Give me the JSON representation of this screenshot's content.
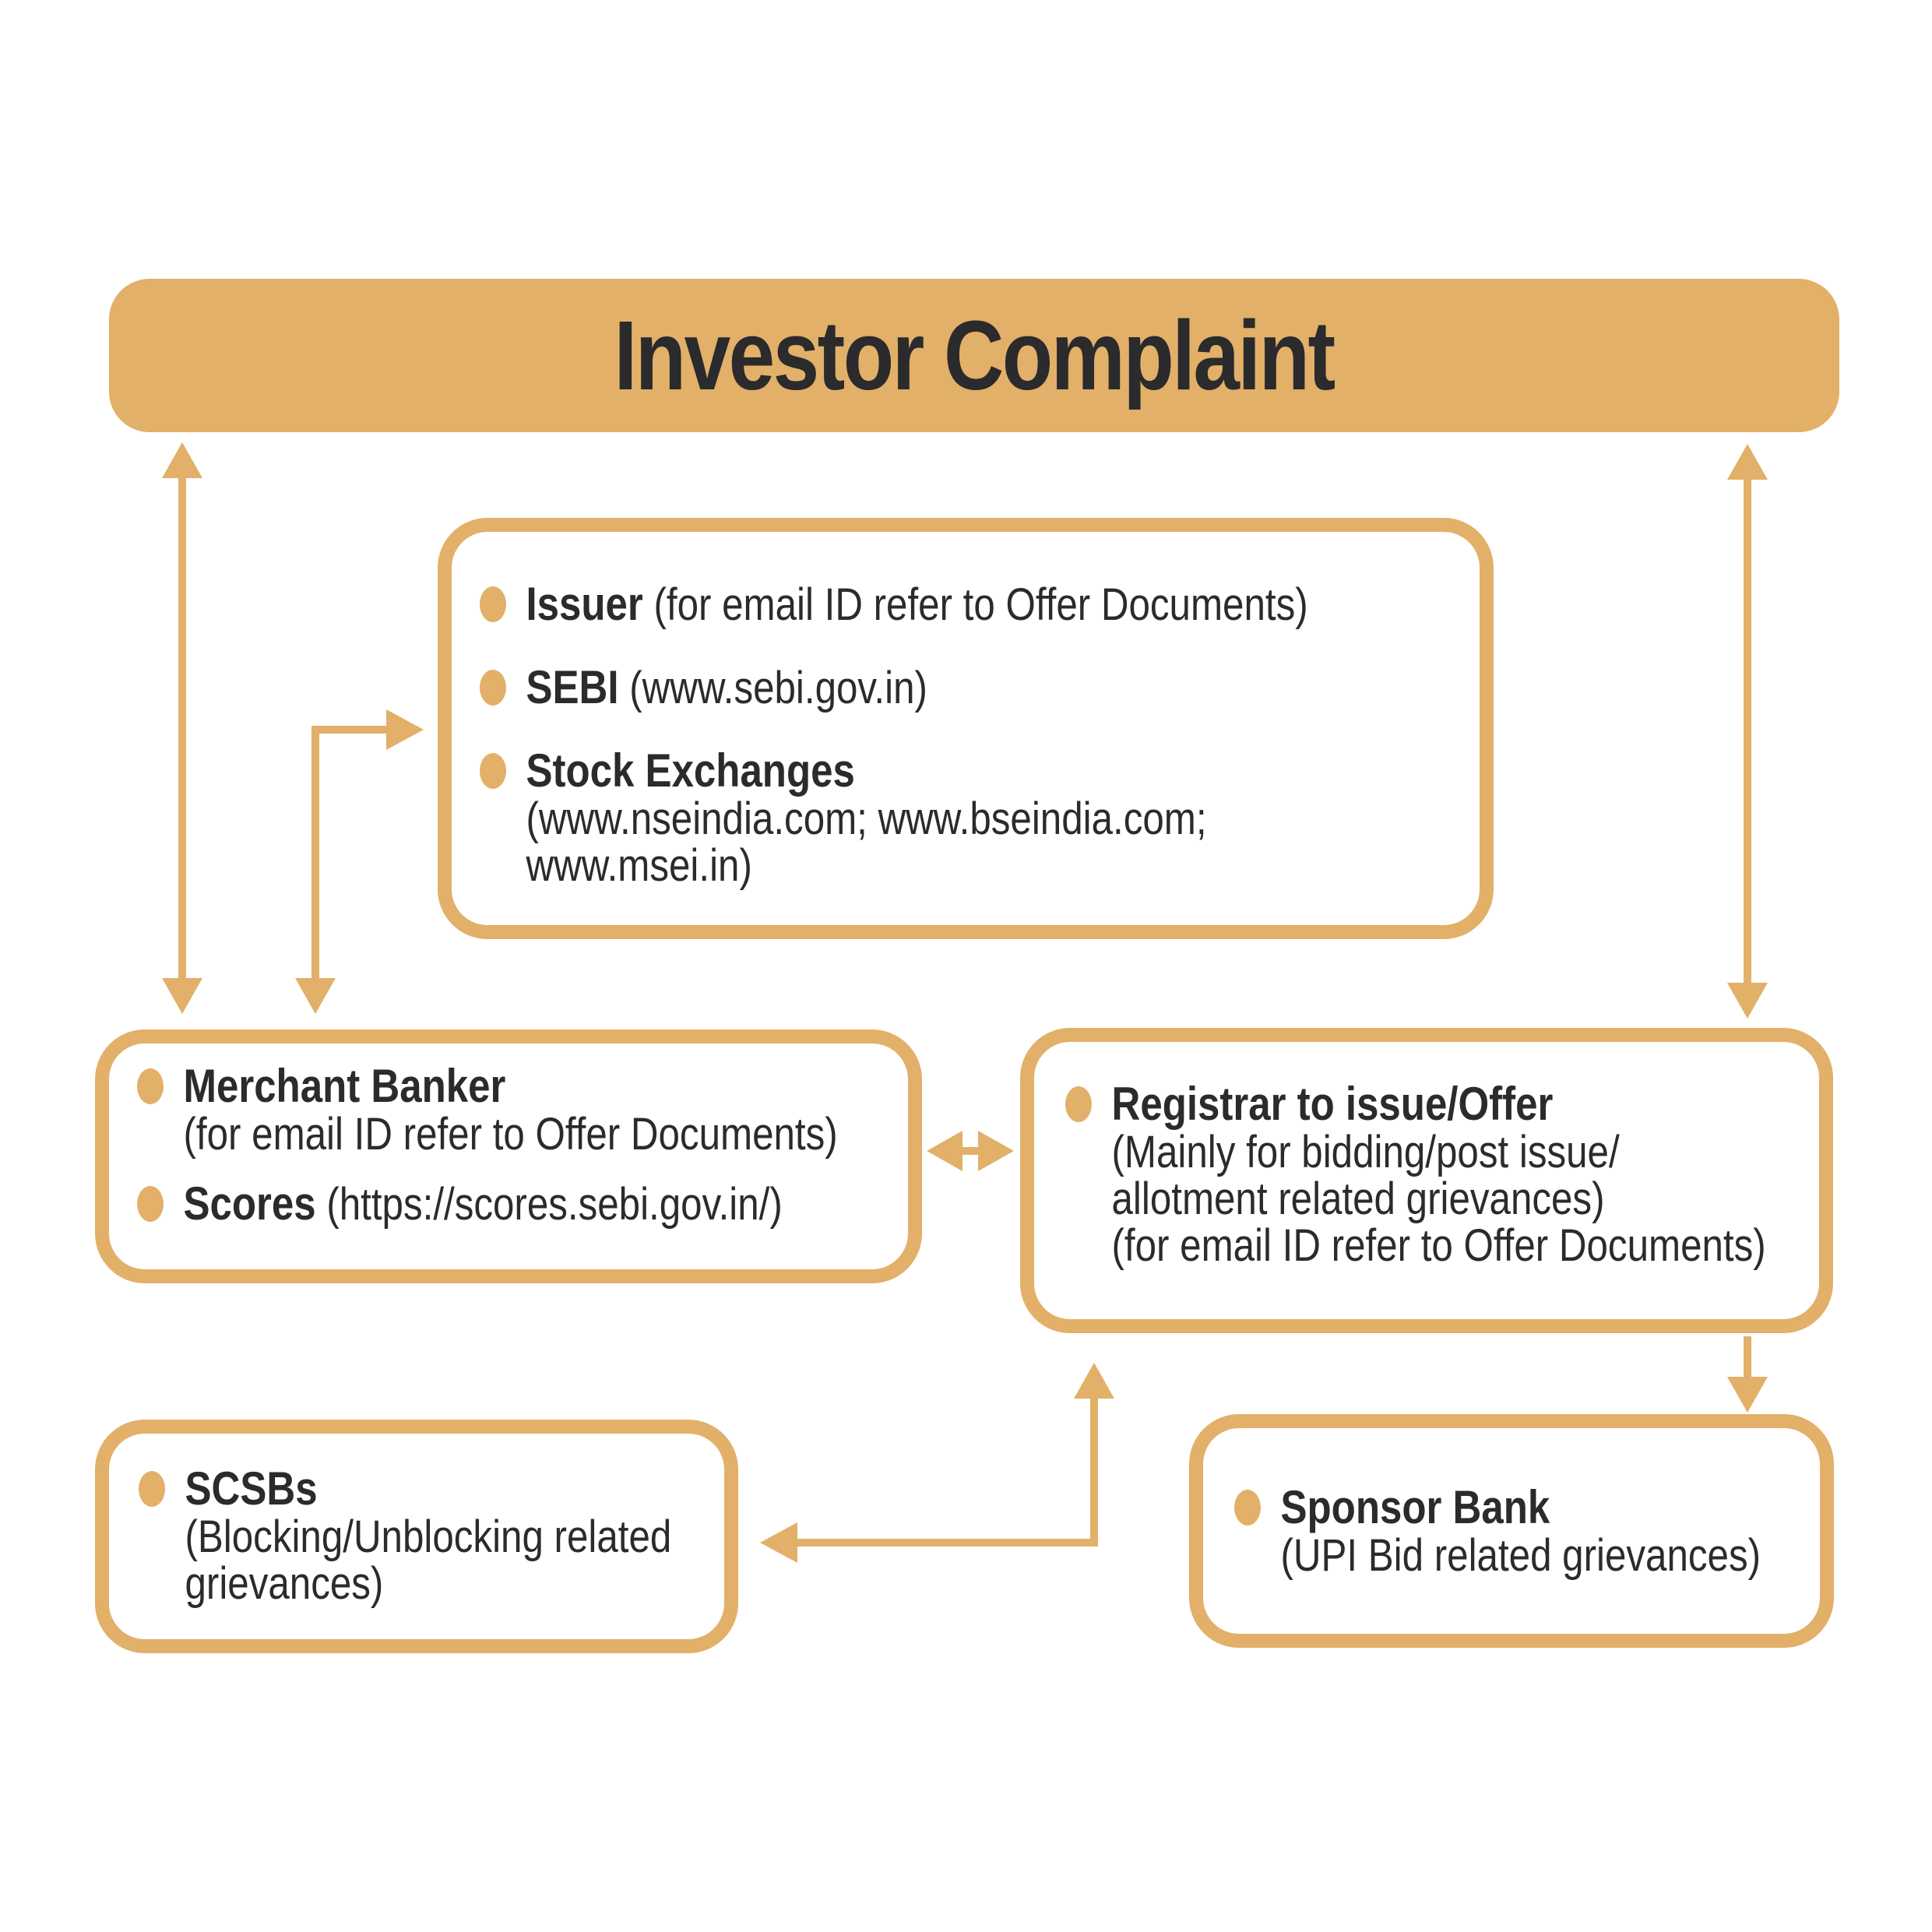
{
  "theme": {
    "accent": "#E2B069",
    "ink": "#2B2A2C",
    "bg": "#FFFFFF"
  },
  "header": {
    "title": "Investor Complaint"
  },
  "authority_box": {
    "items": [
      {
        "term": "Issuer",
        "inline_detail": "(for email ID refer to Offer Documents)"
      },
      {
        "term": "SEBI",
        "inline_detail": "(www.sebi.gov.in)"
      },
      {
        "term": "Stock Exchanges",
        "detail_lines": [
          "(www.nseindia.com; www.bseindia.com;",
          "www.msei.in)"
        ]
      }
    ]
  },
  "merchant_box": {
    "items": [
      {
        "term": "Merchant Banker",
        "detail_lines": [
          "(for email ID refer to Offer Documents)"
        ]
      },
      {
        "term": "Scores",
        "inline_detail": "(https://scores.sebi.gov.in/)"
      }
    ]
  },
  "registrar_box": {
    "items": [
      {
        "term": "Registrar to issue/Offer",
        "detail_lines": [
          "(Mainly for bidding/post issue/",
          "allotment related grievances)",
          "(for email ID refer to Offer Documents)"
        ]
      }
    ]
  },
  "scsb_box": {
    "items": [
      {
        "term": "SCSBs",
        "detail_lines": [
          "(Blocking/Unblocking related",
          "grievances)"
        ]
      }
    ]
  },
  "sponsor_box": {
    "items": [
      {
        "term": "Sponsor Bank",
        "detail_lines": [
          "(UPI Bid related grievances)"
        ]
      }
    ]
  },
  "icons": {
    "bullet": "filled-gold-ellipse"
  },
  "connectors": [
    {
      "type": "double-arrow",
      "orientation": "vertical",
      "between": [
        "investor-complaint-header",
        "merchant-banker-box"
      ]
    },
    {
      "type": "elbow-arrow",
      "heads": [
        "right",
        "down"
      ],
      "between": [
        "authority-box",
        "merchant-banker-box"
      ]
    },
    {
      "type": "double-arrow",
      "orientation": "vertical",
      "between": [
        "investor-complaint-header",
        "registrar-box"
      ]
    },
    {
      "type": "double-arrow",
      "orientation": "horizontal",
      "between": [
        "merchant-banker-box",
        "registrar-box"
      ]
    },
    {
      "type": "elbow-arrow",
      "heads": [
        "up",
        "left"
      ],
      "between": [
        "registrar-box",
        "scsb-box"
      ]
    },
    {
      "type": "arrow",
      "orientation": "vertical",
      "from": "registrar-box",
      "to": "sponsor-bank-box"
    }
  ]
}
